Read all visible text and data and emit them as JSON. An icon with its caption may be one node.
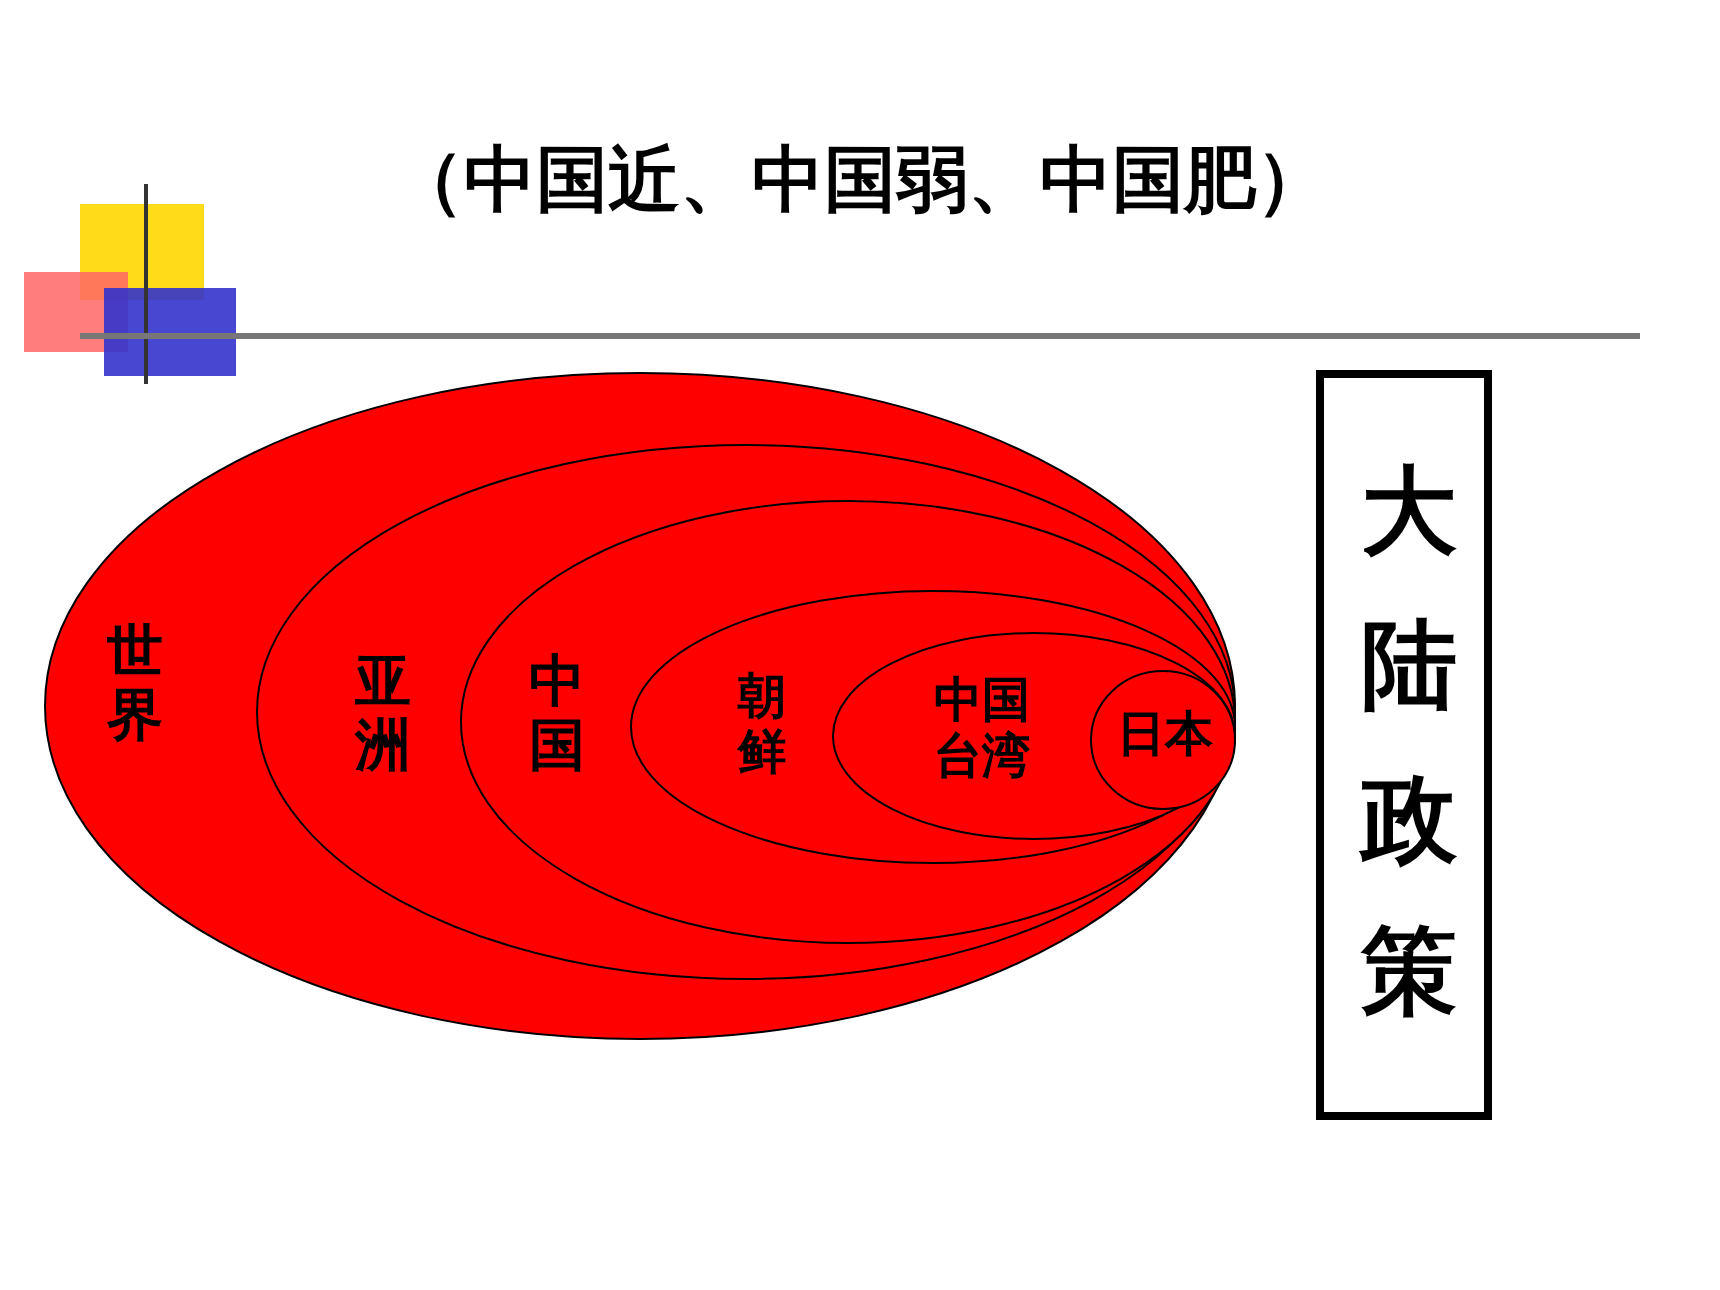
{
  "diagram": {
    "title": "（中国近、中国弱、中国肥）",
    "nodes": [
      {
        "text": [
          "世界"
        ]
      },
      {
        "text": [
          "亚洲"
        ],
        "in": 0
      },
      {
        "text": [
          "中国"
        ],
        "in": 1
      },
      {
        "text": [
          "朝鲜"
        ],
        "in": 2
      },
      {
        "text": [
          "中国台湾"
        ],
        "in": 3
      },
      {
        "text": [
          "日本"
        ],
        "in": 4
      },
      {
        "text": [
          "大陆政策"
        ]
      }
    ]
  }
}
